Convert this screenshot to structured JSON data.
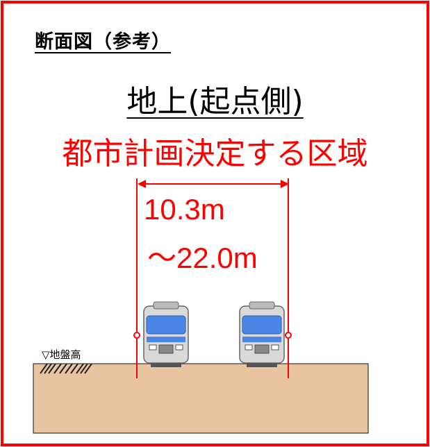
{
  "section_title": "断面図（参考）",
  "main_title": "地上(起点側)",
  "zone_label": "都市計画決定する区域",
  "dimension": {
    "line1": "10.3m",
    "line2": "～22.0m"
  },
  "ground_label": "▽地盤高",
  "colors": {
    "frame": "#ff0000",
    "accent": "#ff0000",
    "ground": "#e8c4a0",
    "train_body": "#d9d9d9",
    "train_window": "#4a86e8"
  }
}
